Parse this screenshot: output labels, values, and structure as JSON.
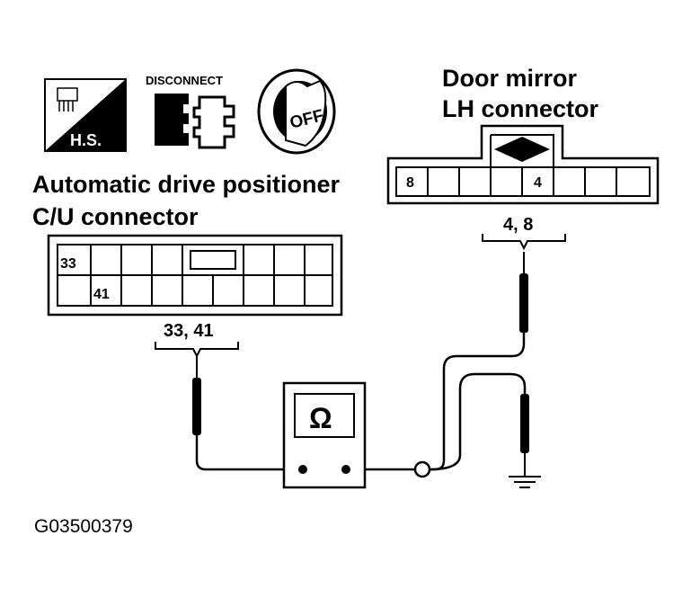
{
  "icons": {
    "hs_badge": {
      "label": "H.S.",
      "name": "hand-socket-icon"
    },
    "disconnect": {
      "label": "DISCONNECT",
      "name": "disconnect-connector-icon"
    },
    "ignition": {
      "label": "OFF",
      "name": "ignition-off-icon"
    }
  },
  "cu_connector": {
    "title_line1": "Automatic drive positioner",
    "title_line2": "C/U connector",
    "pin_a": "33",
    "pin_b": "41",
    "probe_label": "33, 41"
  },
  "mirror_connector": {
    "title_line1": "Door mirror",
    "title_line2": "LH connector",
    "pin_a": "8",
    "pin_b": "4",
    "probe_label": "4, 8"
  },
  "meter": {
    "symbol": "Ω"
  },
  "figure_code": "G03500379"
}
